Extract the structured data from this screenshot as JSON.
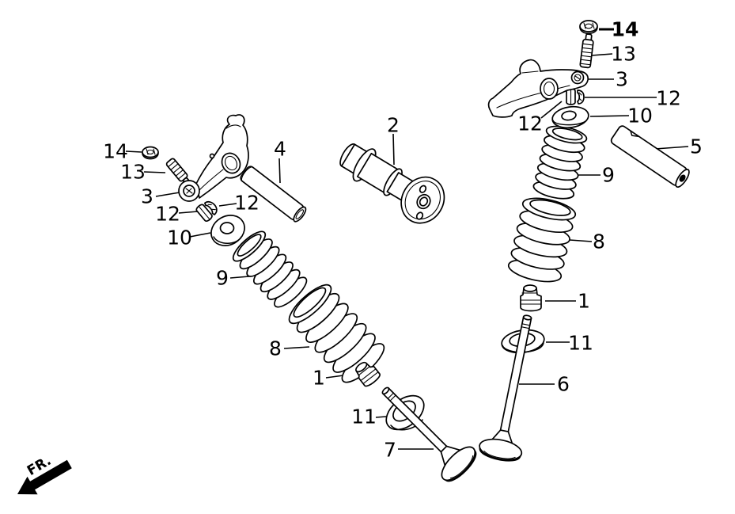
{
  "diagram": {
    "fr_marker": "FR.",
    "callouts": {
      "c14_right": "14",
      "c13_right": "13",
      "c3_right": "3",
      "c12_right_a": "12",
      "c12_right_b": "12",
      "c10_right": "10",
      "c5": "5",
      "c9_right": "9",
      "c8_right": "8",
      "c1_right": "1",
      "c11_right": "11",
      "c6": "6",
      "c2": "2",
      "c4": "4",
      "c14_left": "14",
      "c13_left": "13",
      "c3_left": "3",
      "c12_left_a": "12",
      "c12_left_b": "12",
      "c10_left": "10",
      "c9_left": "9",
      "c8_left": "8",
      "c1_left": "1",
      "c11_left": "11",
      "c7": "7"
    }
  }
}
